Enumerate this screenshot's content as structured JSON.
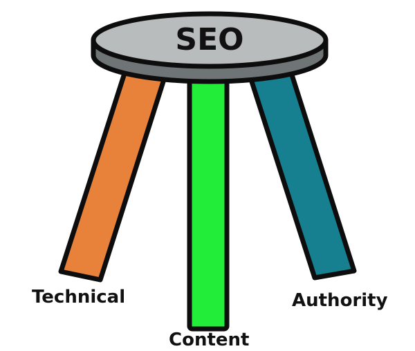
{
  "seat": {
    "label": "SEO",
    "top_color": "#b9bcbd",
    "rim_color": "#6f7476"
  },
  "legs": [
    {
      "label": "Technical",
      "color": "#e8823a"
    },
    {
      "label": "Content",
      "color": "#22ee3a"
    },
    {
      "label": "Authority",
      "color": "#178090"
    }
  ],
  "outline_color": "#0d0d0d"
}
